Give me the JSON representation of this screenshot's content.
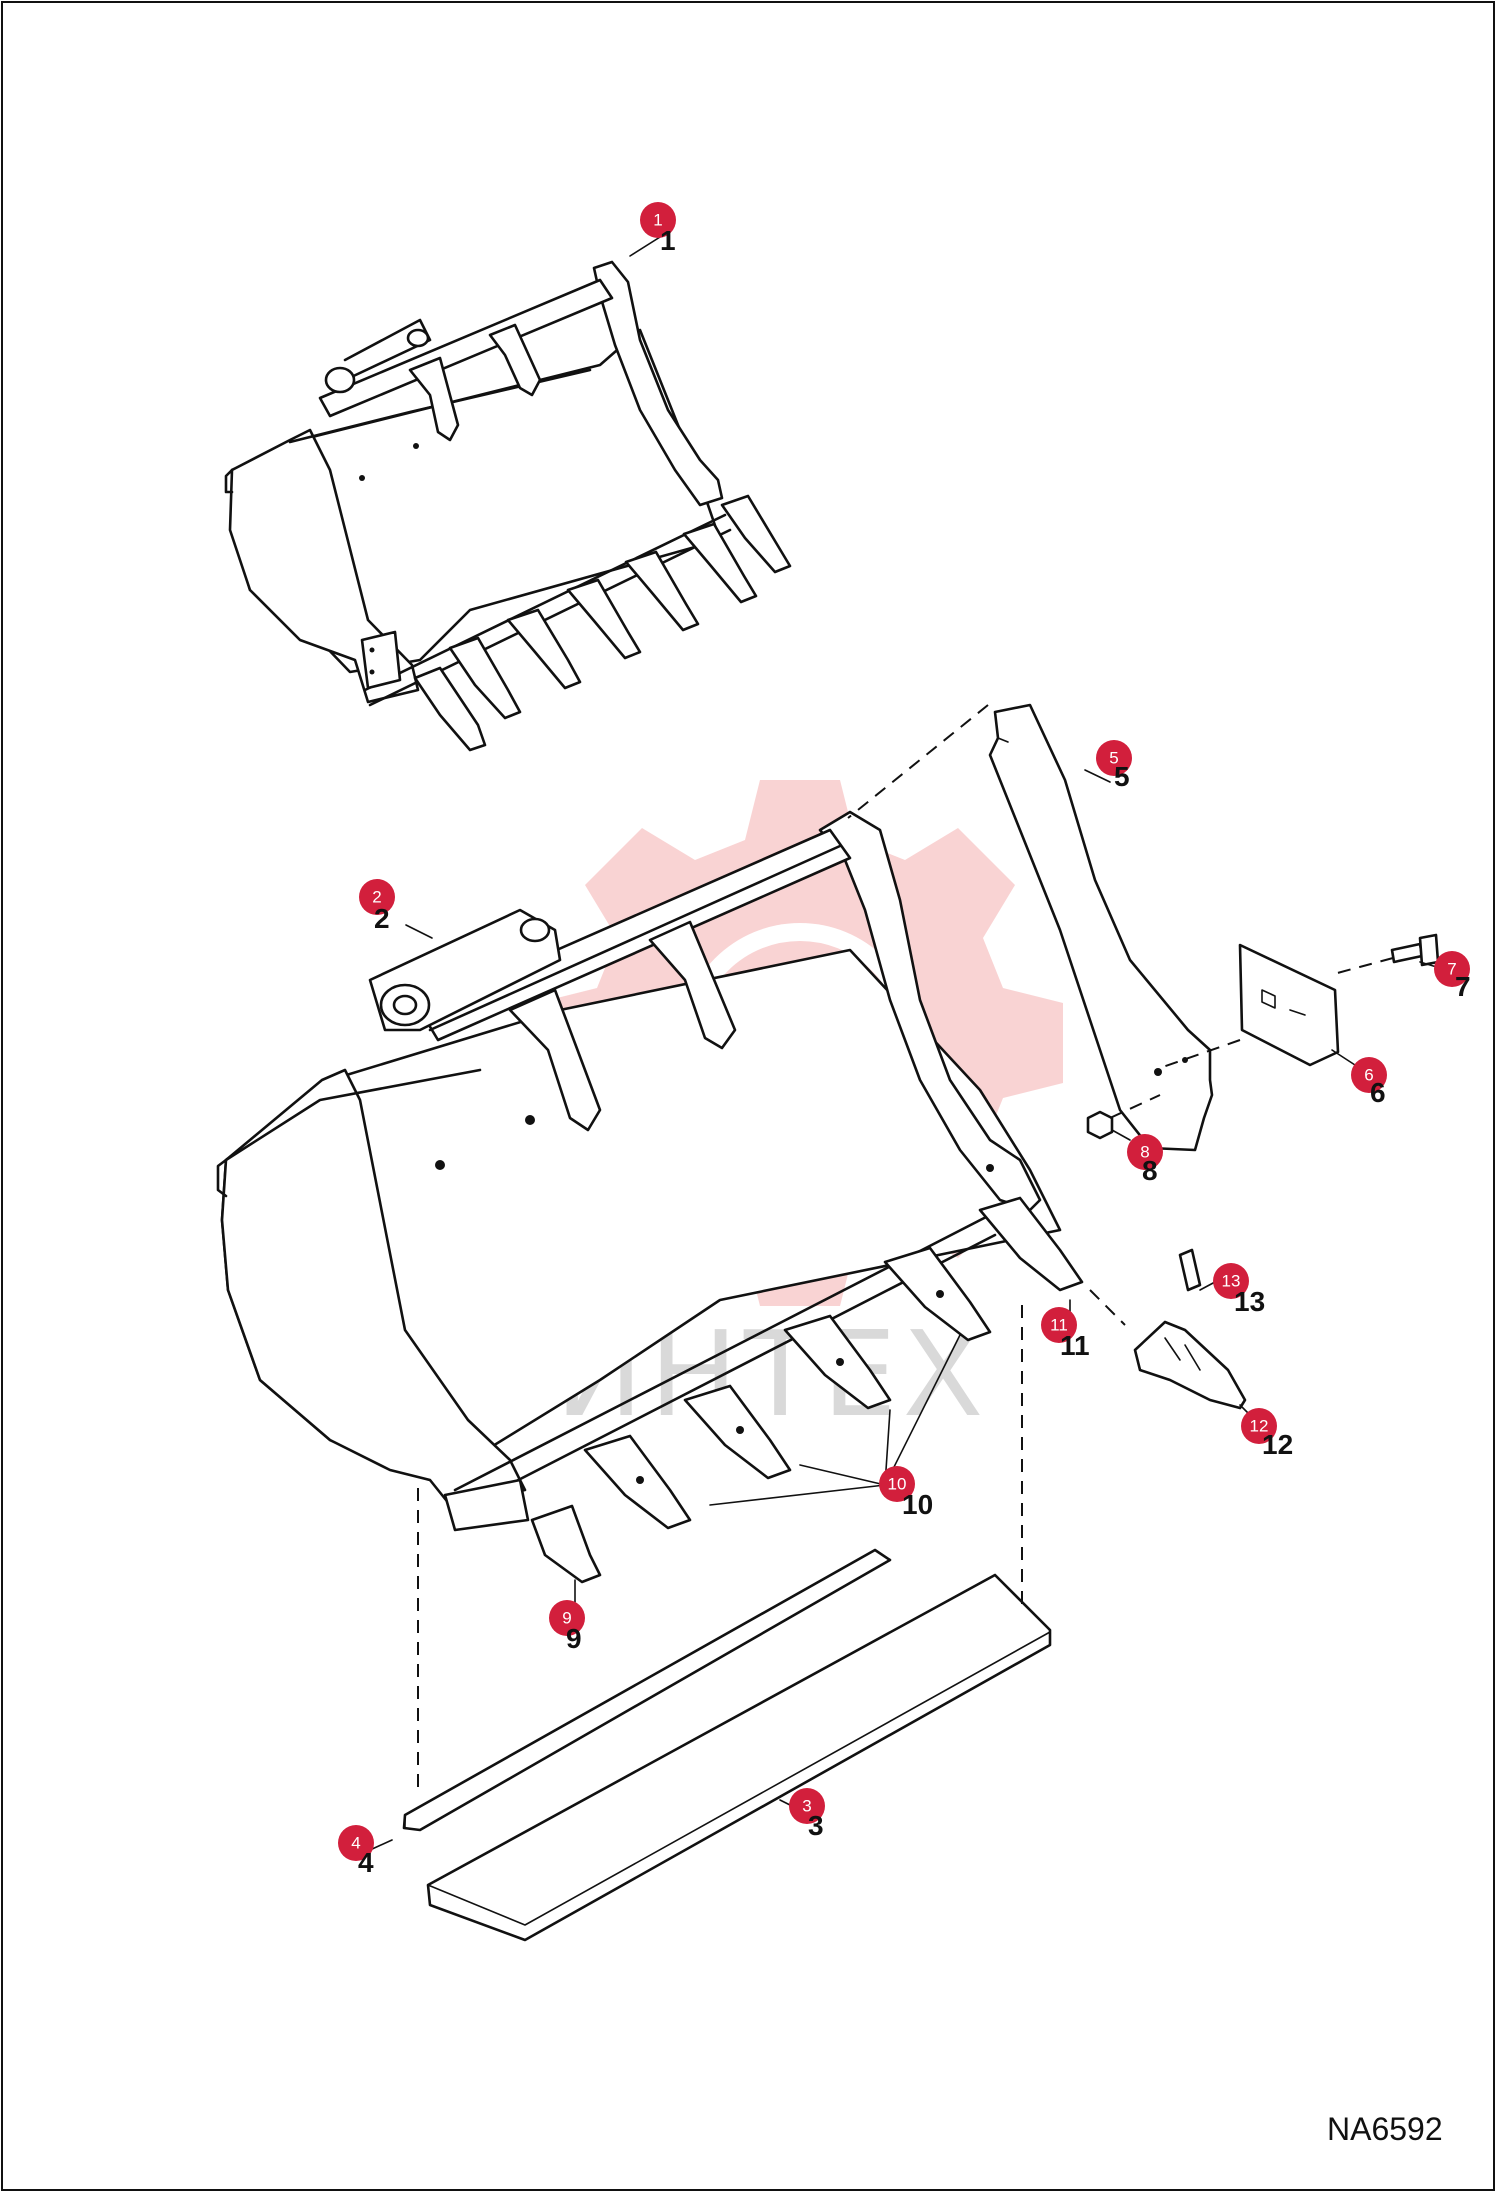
{
  "diagram": {
    "reference_code": "NA6592",
    "watermark_text": "ИНТЕХ",
    "callouts": [
      {
        "id": "1",
        "label": "1"
      },
      {
        "id": "2",
        "label": "2"
      },
      {
        "id": "3",
        "label": "3"
      },
      {
        "id": "4",
        "label": "4"
      },
      {
        "id": "5",
        "label": "5"
      },
      {
        "id": "6",
        "label": "6"
      },
      {
        "id": "7",
        "label": "7"
      },
      {
        "id": "8",
        "label": "8"
      },
      {
        "id": "9",
        "label": "9"
      },
      {
        "id": "10",
        "label": "10"
      },
      {
        "id": "11",
        "label": "11"
      },
      {
        "id": "12",
        "label": "12"
      },
      {
        "id": "13",
        "label": "13"
      }
    ],
    "colors": {
      "callout_fill": "#d21f3c",
      "callout_text": "#ffffff",
      "line": "#111111",
      "watermark": "#f4bcbc"
    }
  }
}
